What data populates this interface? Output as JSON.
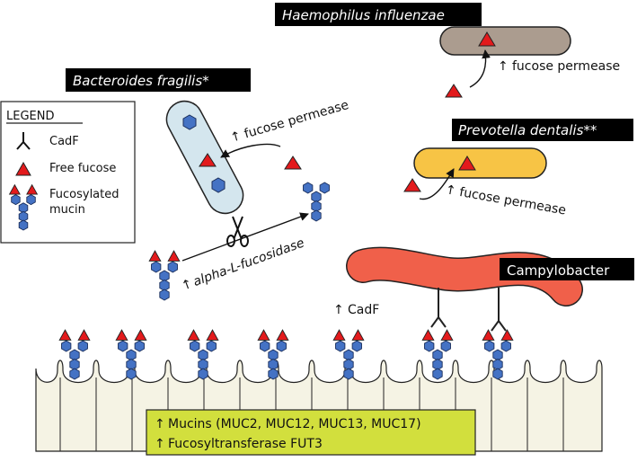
{
  "labels": {
    "haemophilus": "Haemophilus influenzae",
    "bacteroides": "Bacteroides fragilis*",
    "prevotella": "Prevotella dentalis**",
    "campylobacter": "Campylobacter"
  },
  "annotations": {
    "fucose_permease_bf": "fucose permease",
    "fucose_permease_hi": "fucose permease",
    "fucose_permease_pd": "fucose permease",
    "fucosidase": "alpha-L-fucosidase",
    "cadf": "CadF",
    "up_arrow": "↑"
  },
  "legend": {
    "title": "LEGEND",
    "items": [
      "CadF",
      "Free fucose",
      "Fucosylated",
      "mucin"
    ]
  },
  "host_box": {
    "line1": "Mucins (MUC2, MUC12, MUC13, MUC17)",
    "line2": "Fucosyltransferase FUT3"
  },
  "colors": {
    "fucose": "#e31a1c",
    "hexagon": "#4472c4",
    "bacteroides_fill": "#d4e6ee",
    "haemophilus_fill": "#ab9c8f",
    "prevotella_fill": "#f7c445",
    "campylobacter_fill": "#f0604a",
    "host_box_fill": "#d2df3d",
    "cell_fill": "#f5f3e4"
  }
}
